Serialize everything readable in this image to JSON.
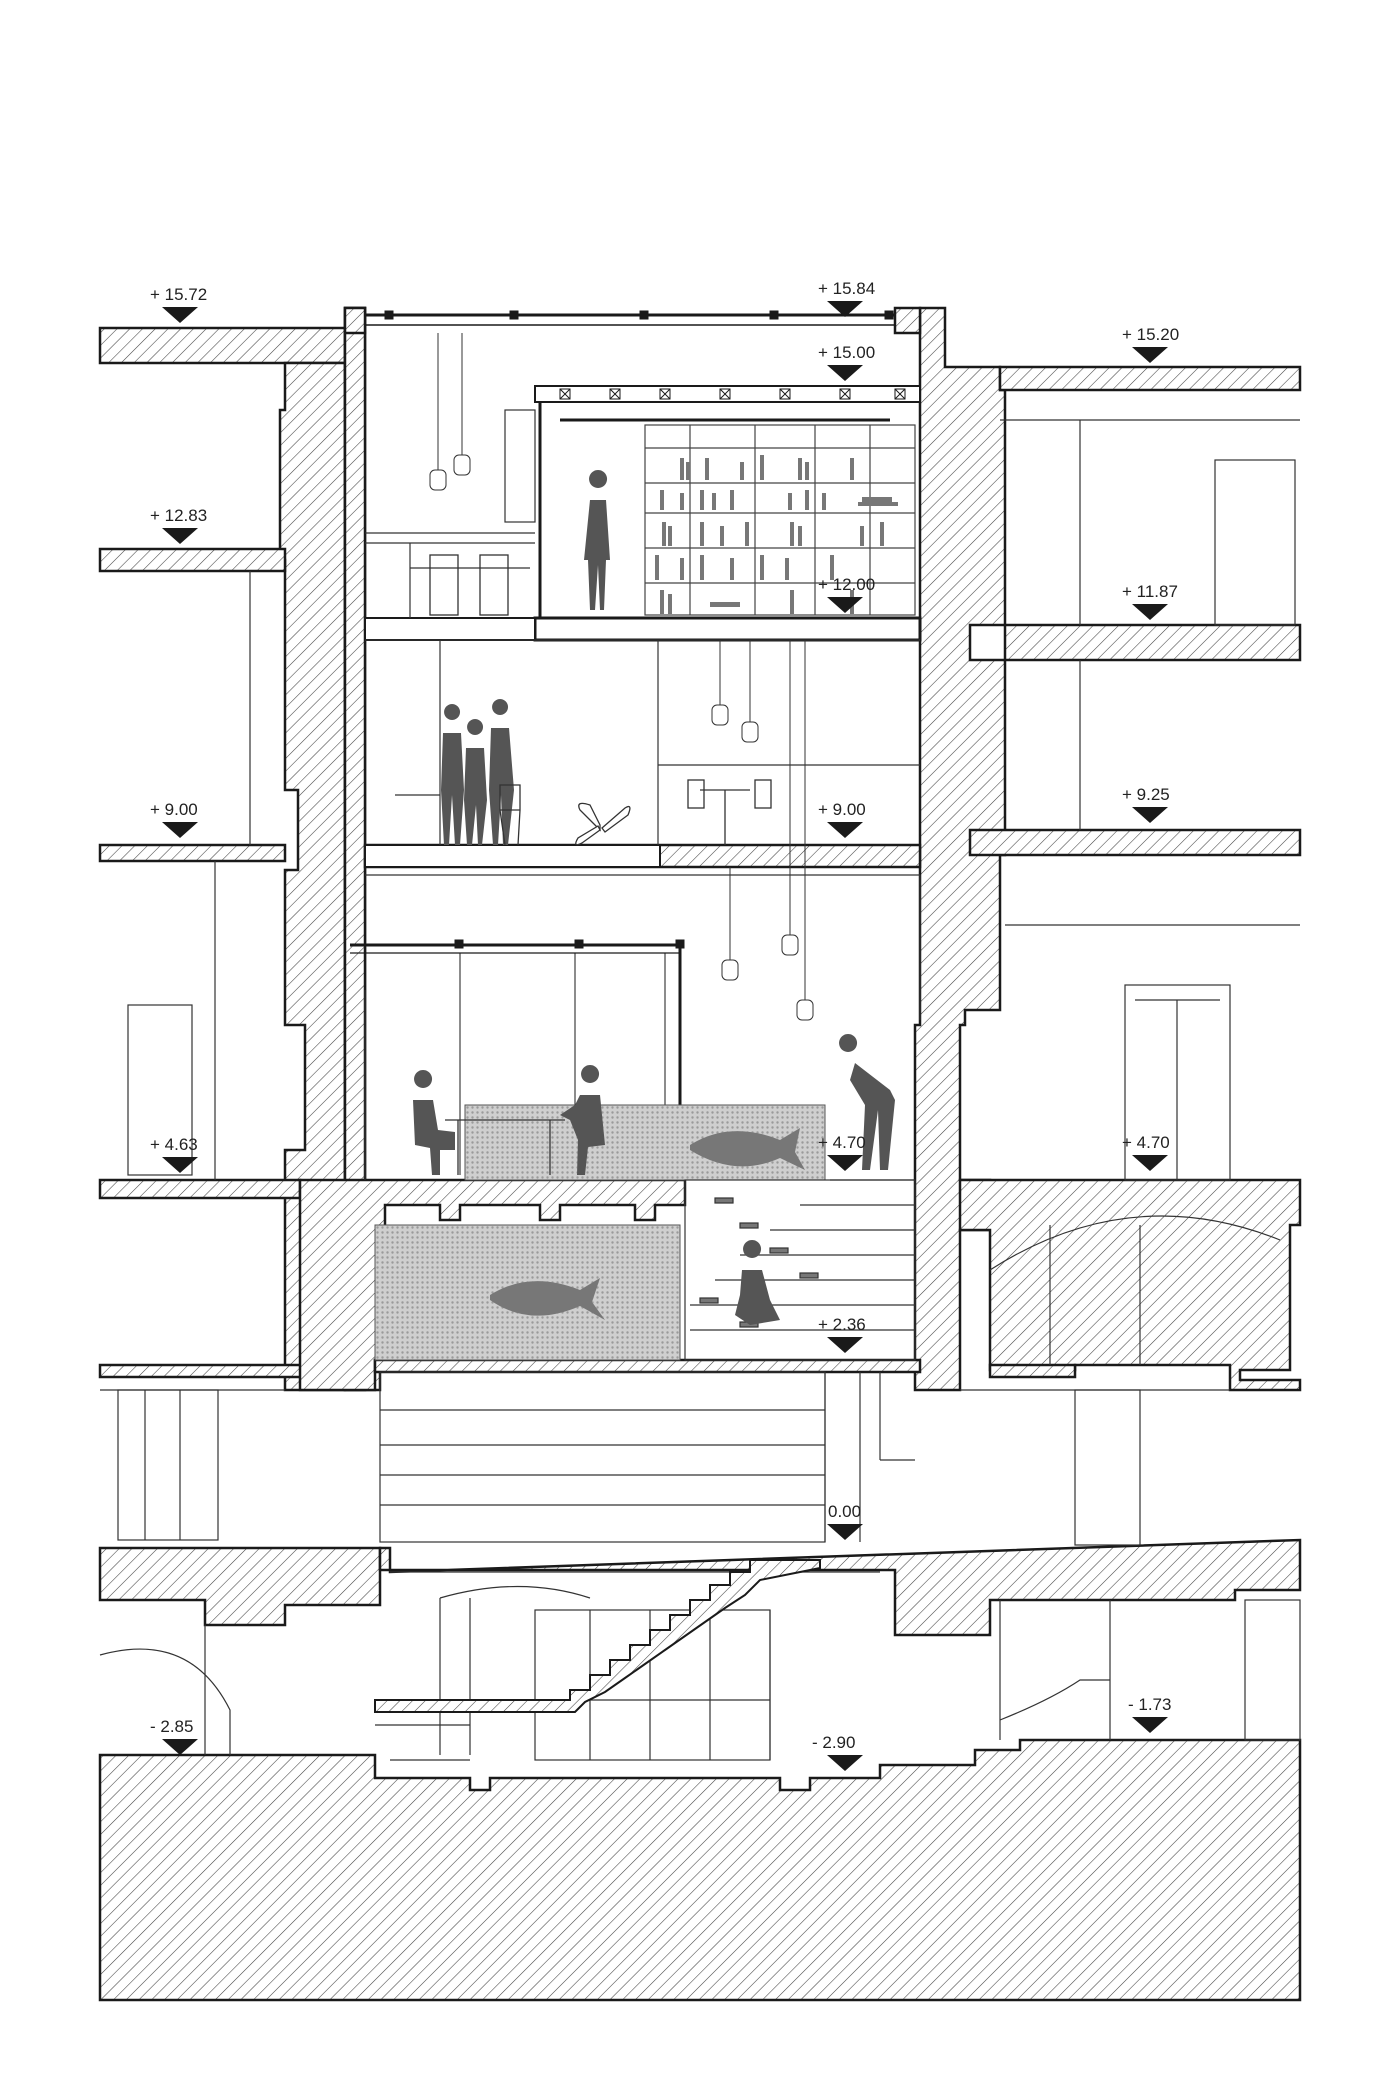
{
  "drawing": {
    "ink_color": "#1a1a1a",
    "fill_color": "#555555",
    "glass_color": "#bdbdbd",
    "background_color": "#ffffff"
  },
  "levels": {
    "l_1572": "+ 15.72",
    "l_1584": "+ 15.84",
    "l_1520": "+ 15.20",
    "l_1500": "+ 15.00",
    "l_1283": "+ 12.83",
    "l_1200": "+ 12.00",
    "l_1187": "+ 11.87",
    "l_900a": "+ 9.00",
    "l_900b": "+ 9.00",
    "l_925": "+ 9.25",
    "l_463": "+ 4.63",
    "l_470a": "+ 4.70",
    "l_470b": "+ 4.70",
    "l_236": "+ 2.36",
    "l_000": "0.00",
    "l_285": "- 2.85",
    "l_290": "- 2.90",
    "l_173": "- 1.73"
  }
}
